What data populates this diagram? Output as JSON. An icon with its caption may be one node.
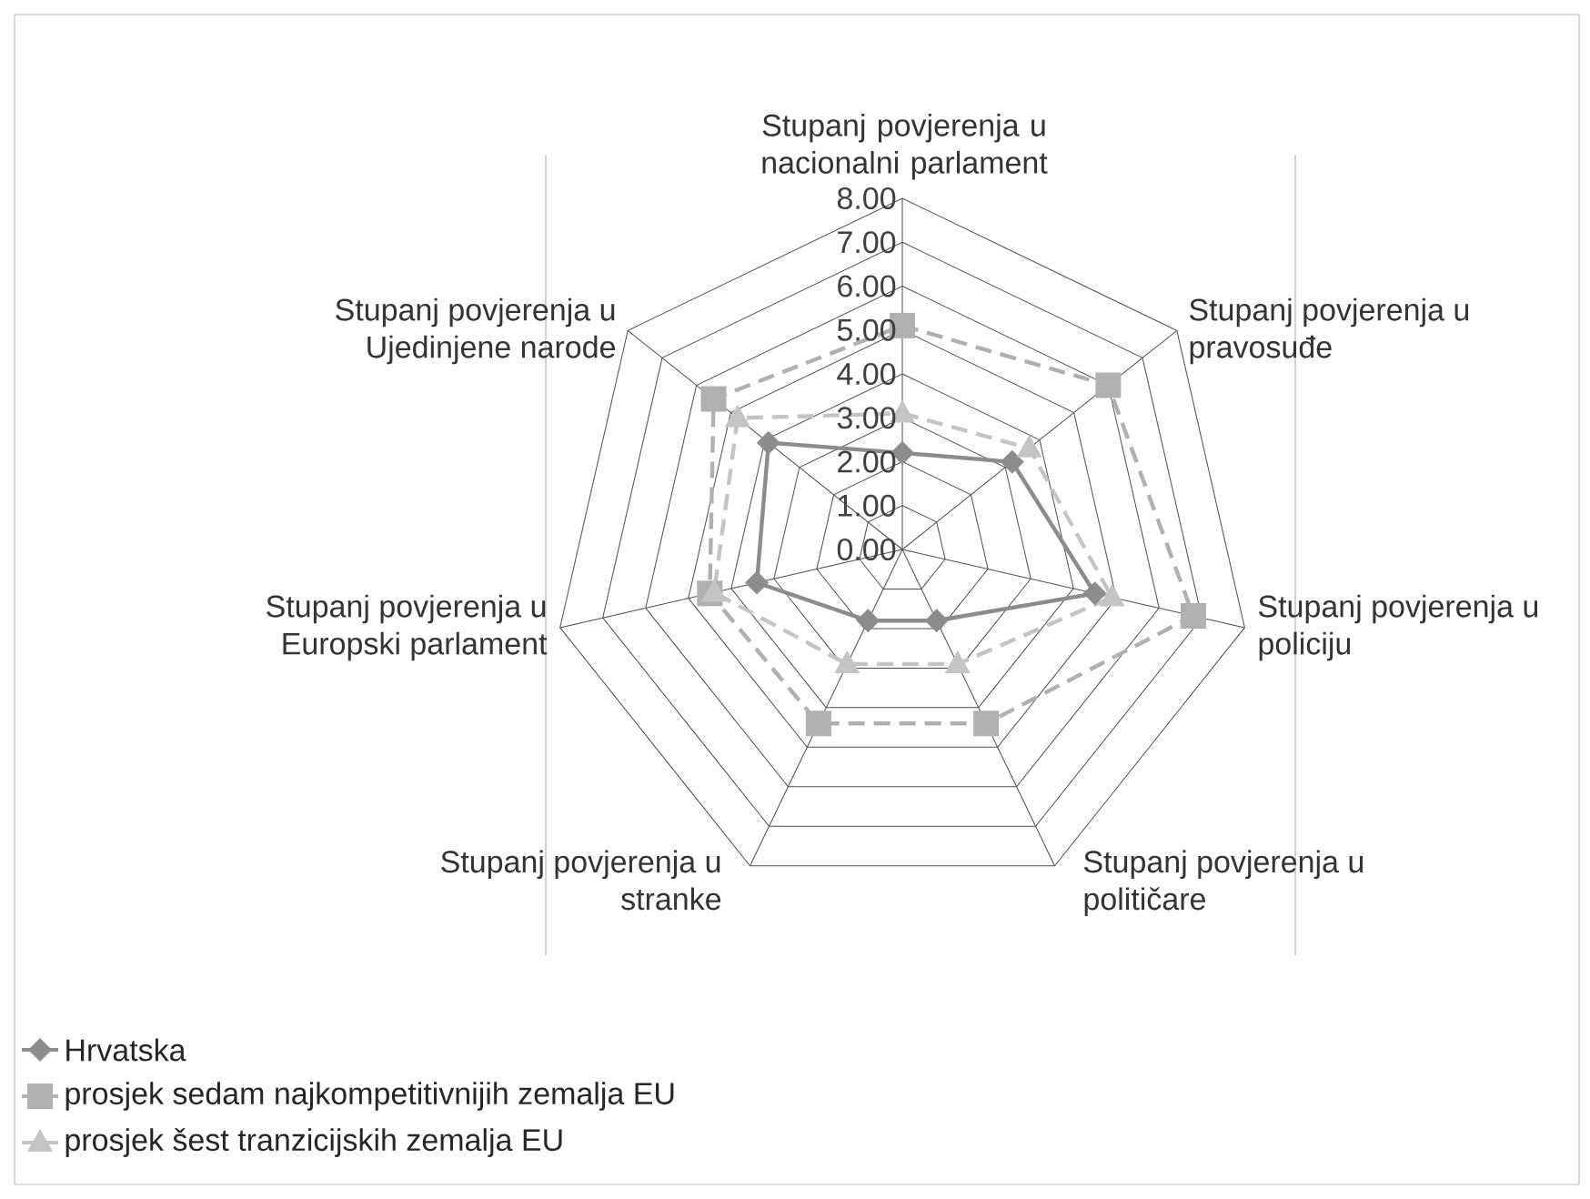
{
  "diagram": {
    "chart_data": {
      "type": "radar",
      "categories": [
        "Stupanj povjerenja u nacionalni parlament",
        "Stupanj povjerenja u pravosuđe",
        "Stupanj povjerenja u policiju",
        "Stupanj povjerenja u političare",
        "Stupanj povjerenja u stranke",
        "Stupanj povjerenja u Europski parlament",
        "Stupanj povjerenja u Ujedinjene narode"
      ],
      "series": [
        {
          "color": "#8c8c8c",
          "values": [
            2.2,
            3.2,
            4.5,
            1.8,
            1.8,
            3.4,
            3.9
          ]
        },
        {
          "color": "#b0b0b0",
          "values": [
            5.1,
            6.0,
            6.8,
            4.4,
            4.4,
            4.5,
            5.5
          ]
        },
        {
          "color": "#c4c4c4",
          "values": [
            3.1,
            3.7,
            4.9,
            2.9,
            2.9,
            4.4,
            4.8
          ]
        }
      ],
      "ylim": [
        0,
        8
      ],
      "yticks": [
        {
          "value": 0,
          "label": "0.00"
        },
        {
          "value": 1,
          "label": "1.00"
        },
        {
          "value": 2,
          "label": "2.00"
        },
        {
          "value": 3,
          "label": "3.00"
        },
        {
          "value": 4,
          "label": "4.00"
        },
        {
          "value": 5,
          "label": "5.00"
        },
        {
          "value": 6,
          "label": "6.00"
        },
        {
          "value": 7,
          "label": "7.00"
        },
        {
          "value": 8,
          "label": "8.00"
        }
      ]
    },
    "legend": [
      {
        "text": "Hrvatska"
      },
      {
        "text": "prosjek sedam najkompetitivnijih zemalja EU"
      },
      {
        "text": "prosjek šest tranzicijskih zemalja EU"
      }
    ]
  }
}
